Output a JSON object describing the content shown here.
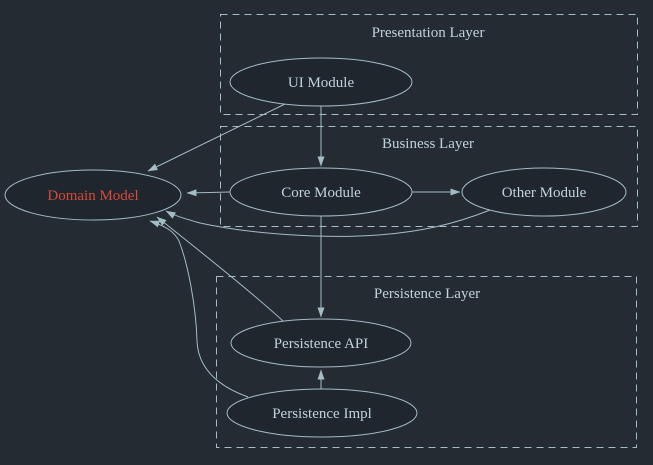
{
  "diagram": {
    "kind": "module-dependency-graph",
    "clusters": [
      {
        "id": "presentation-layer",
        "label": "Presentation Layer"
      },
      {
        "id": "business-layer",
        "label": "Business Layer"
      },
      {
        "id": "persistence-layer",
        "label": "Persistence Layer"
      }
    ],
    "nodes": [
      {
        "id": "ui-module",
        "label": "UI Module",
        "cluster": "presentation-layer",
        "highlighted": false
      },
      {
        "id": "core-module",
        "label": "Core Module",
        "cluster": "business-layer",
        "highlighted": false
      },
      {
        "id": "other-module",
        "label": "Other Module",
        "cluster": "business-layer",
        "highlighted": false
      },
      {
        "id": "domain-model",
        "label": "Domain Model",
        "cluster": null,
        "highlighted": true
      },
      {
        "id": "persistence-api",
        "label": "Persistence API",
        "cluster": "persistence-layer",
        "highlighted": false
      },
      {
        "id": "persistence-impl",
        "label": "Persistence Impl",
        "cluster": "persistence-layer",
        "highlighted": false
      }
    ],
    "edges": [
      {
        "from": "ui-module",
        "to": "core-module"
      },
      {
        "from": "ui-module",
        "to": "domain-model"
      },
      {
        "from": "core-module",
        "to": "domain-model"
      },
      {
        "from": "core-module",
        "to": "other-module"
      },
      {
        "from": "core-module",
        "to": "persistence-api"
      },
      {
        "from": "other-module",
        "to": "domain-model"
      },
      {
        "from": "persistence-api",
        "to": "domain-model"
      },
      {
        "from": "persistence-impl",
        "to": "domain-model"
      },
      {
        "from": "persistence-impl",
        "to": "persistence-api"
      }
    ]
  },
  "colors": {
    "bg": "#242b32",
    "node-fill": "#1f262d",
    "stroke": "#a3bcc6",
    "edge": "#a3bcc6",
    "text": "#c0d2da",
    "highlight": "#d9493a"
  }
}
